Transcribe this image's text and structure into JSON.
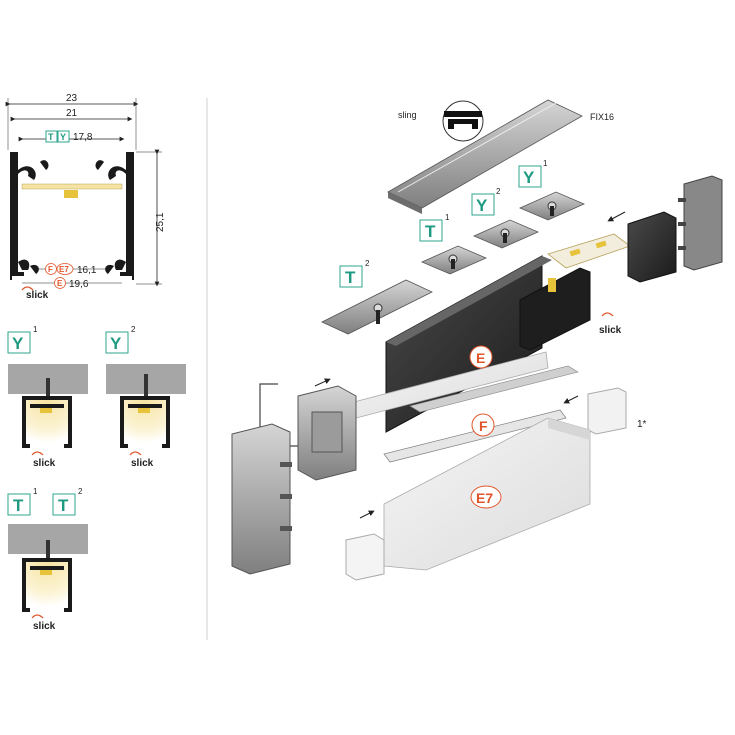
{
  "dimensions": {
    "width_23": "23",
    "width_21": "21",
    "t_y_label": "17,8",
    "height": "25,1",
    "fe7_label": "16,1",
    "e_label": "19,6"
  },
  "badges": {
    "t": "T",
    "y": "Y",
    "f": "F",
    "e": "E",
    "e7": "E7"
  },
  "superscripts": {
    "one": "1",
    "two": "2"
  },
  "brand": "slick",
  "explode": {
    "sling_label": "sling",
    "fix16_label": "FIX16",
    "diffuser_e": "E",
    "diffuser_f": "F",
    "diffuser_e7": "E7",
    "endcap_count": "1*"
  },
  "colors": {
    "teal": "#1f9a82",
    "orange": "#e0562b",
    "profile_dark": "#1a1a1a",
    "ceiling_gray": "#a6a6a6",
    "led_warm": "#f4e3a2"
  }
}
